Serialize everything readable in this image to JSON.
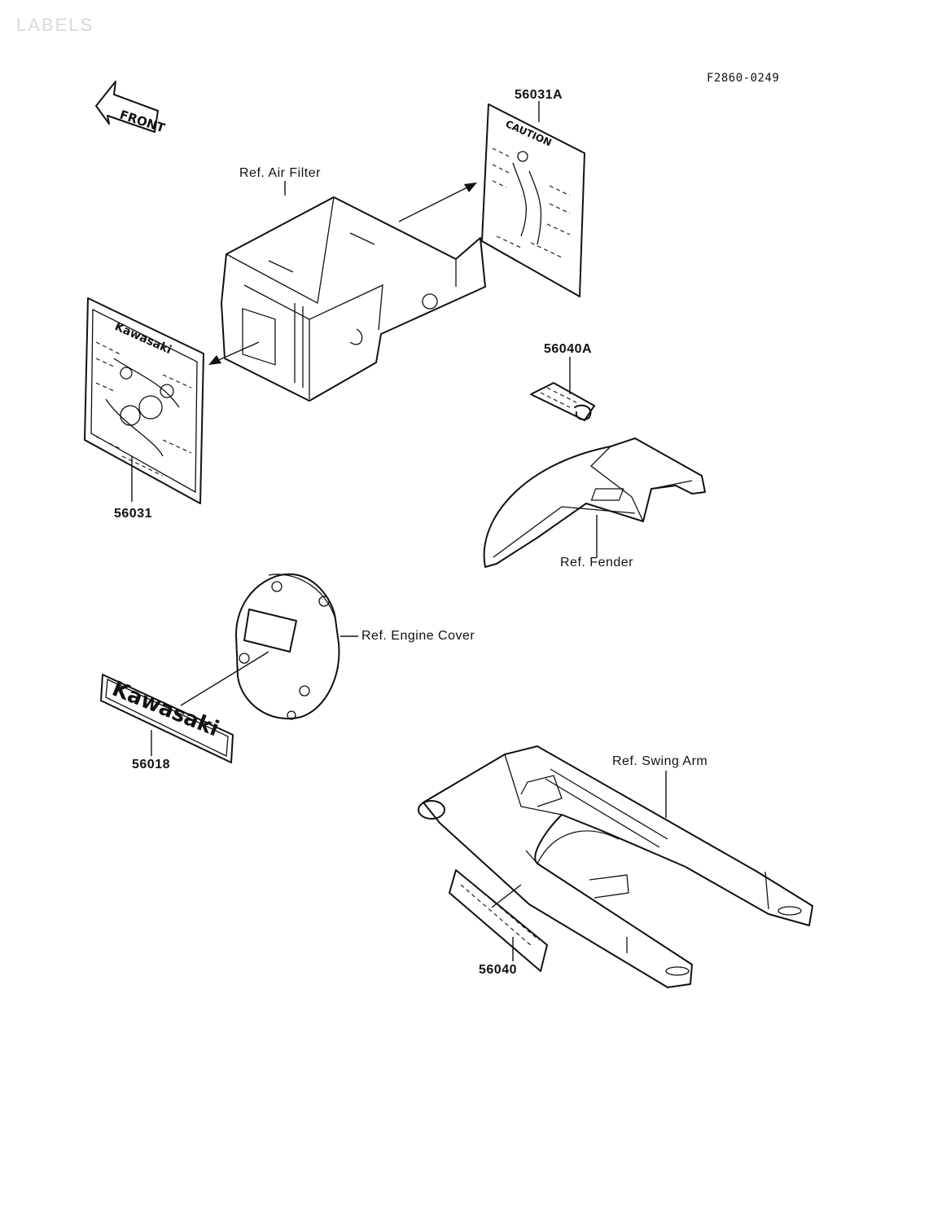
{
  "section_title": "LABELS",
  "figure_code": "F2860-0249",
  "front_label": "FRONT",
  "caution_text": "CAUTION",
  "brand_text": "Kawasaki",
  "labels": {
    "air_filter": "Ref. Air Filter",
    "fender": "Ref. Fender",
    "engine_cover": "Ref. Engine Cover",
    "swing_arm": "Ref. Swing Arm",
    "p56031A": "56031A",
    "p56040A": "56040A",
    "p56031": "56031",
    "p56018": "56018",
    "p56040": "56040"
  }
}
